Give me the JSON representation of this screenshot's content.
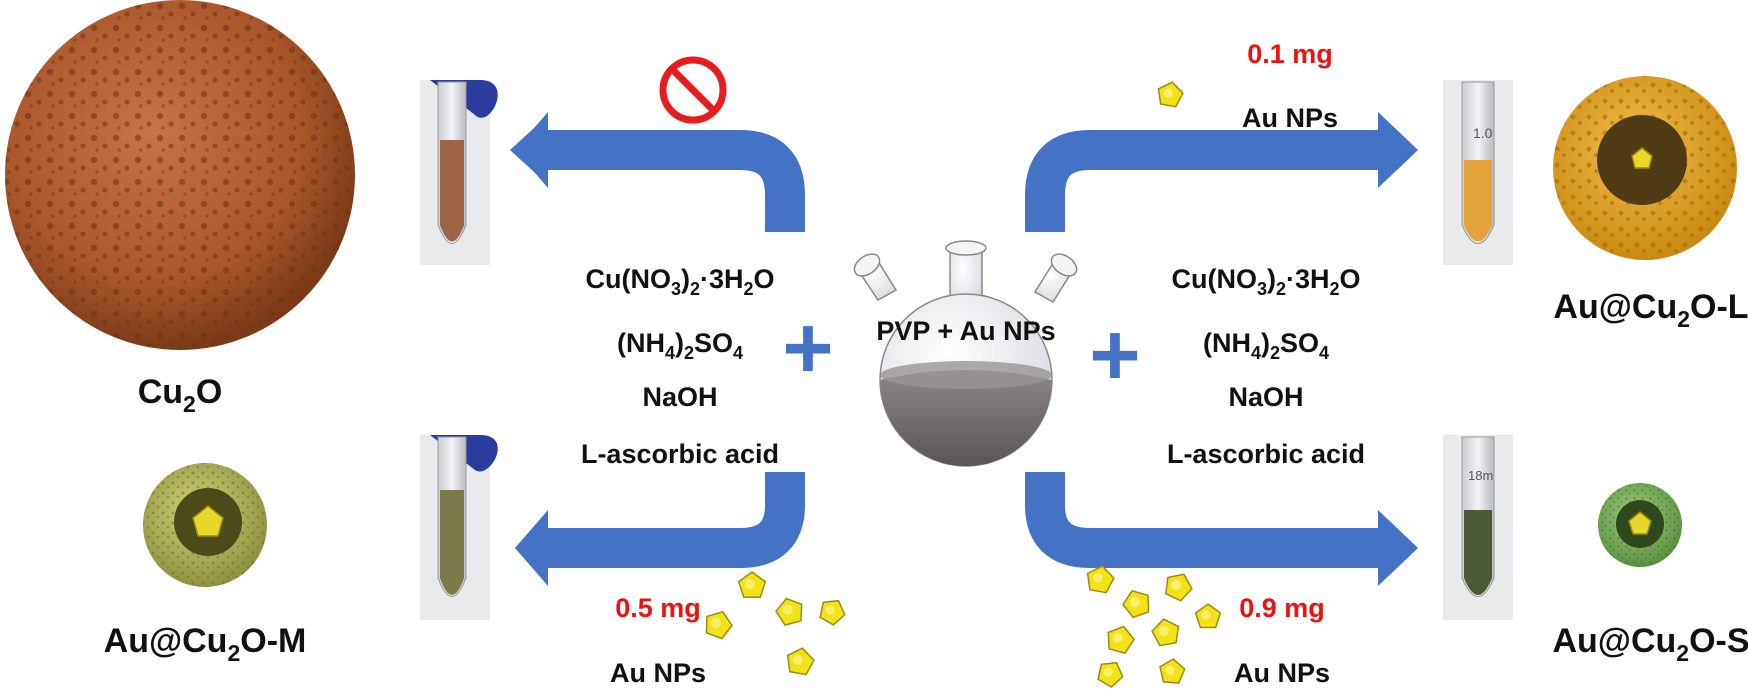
{
  "products": {
    "cu2o": {
      "base": "Cu",
      "sub": "2",
      "rest": "O"
    },
    "au_cu2o_m": {
      "base": "Au@Cu",
      "sub": "2",
      "rest": "O-M"
    },
    "au_cu2o_l": {
      "base": "Au@Cu",
      "sub": "2",
      "rest": "O-L"
    },
    "au_cu2o_s": {
      "base": "Au@Cu",
      "sub": "2",
      "rest": "O-S"
    }
  },
  "reagents_left": {
    "copper_nitrate": {
      "a": "Cu(NO",
      "s1": "3",
      "b": ")",
      "s2": "2",
      "c": "·3H",
      "s3": "2",
      "d": "O"
    },
    "ammonium_sulfate": {
      "a": "(NH",
      "s1": "4",
      "b": ")",
      "s2": "2",
      "c": "SO",
      "s3": "4"
    },
    "naoh": "NaOH",
    "ascorbic": "L-ascorbic acid"
  },
  "reagents_right": {
    "copper_nitrate": {
      "a": "Cu(NO",
      "s1": "3",
      "b": ")",
      "s2": "2",
      "c": "·3H",
      "s3": "2",
      "d": "O"
    },
    "ammonium_sulfate": {
      "a": "(NH",
      "s1": "4",
      "b": ")",
      "s2": "2",
      "c": "SO",
      "s3": "4"
    },
    "naoh": "NaOH",
    "ascorbic": "L-ascorbic acid"
  },
  "center": {
    "label": "PVP + Au NPs"
  },
  "plus_sign": "+",
  "amounts": {
    "top_right": {
      "mass": "0.1 mg",
      "label": "Au NPs"
    },
    "bottom_left": {
      "mass": "0.5 mg",
      "label": "Au NPs"
    },
    "bottom_right": {
      "mass": "0.9 mg",
      "label": "Au NPs"
    }
  },
  "icons": {
    "no_entry": "prohibited-icon",
    "arrow": "arrow-icon",
    "flask": "three-neck-flask-icon",
    "nanoparticle": "gold-pentagon-icon"
  },
  "colors": {
    "arrow": "#4472c4",
    "amount_text": "#ee1111",
    "prohibited": "#e81c1c",
    "gold": "#f2e21a",
    "cu2o_brown": "#a8562a",
    "au_cu2o_l": "#e6a52a",
    "au_cu2o_m": "#b5b760",
    "au_cu2o_s": "#7fb25e"
  }
}
